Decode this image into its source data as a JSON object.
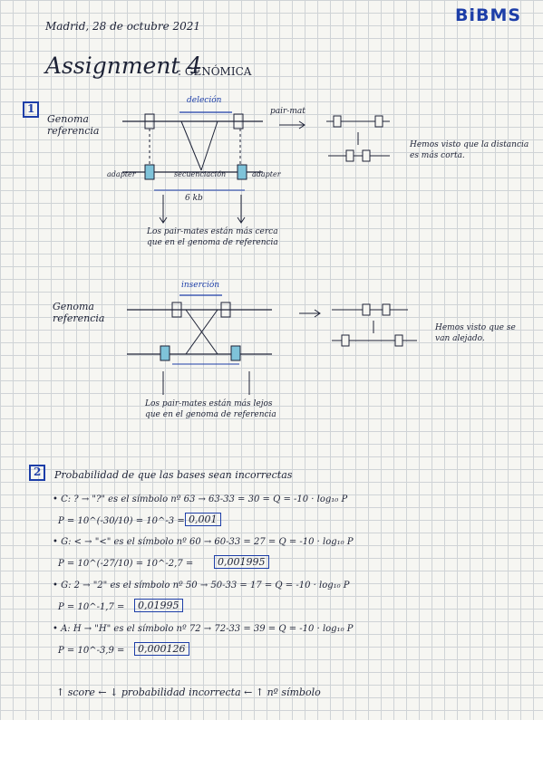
{
  "header": {
    "date": "Madrid, 28 de octubre 2021",
    "brand": "BiBMS",
    "title": "Assignment 4",
    "subtitle": ": GENÓMICA"
  },
  "section1": {
    "number": "1",
    "part_a": {
      "genome_label": "Genoma referencia",
      "deletion_label": "deleción",
      "pair_mat_label": "pair-mat",
      "adapter_left": "adapter",
      "adapter_right": "adapter",
      "sequence_label": "secuenciación",
      "size_label": "6 kb",
      "note_right": "Hemos visto que la distancia es más corta.",
      "note_bottom": "Los pair-mates están más cerca que en el genoma de referencia"
    },
    "part_b": {
      "genome_label": "Genoma referencia",
      "insertion_label": "inserción",
      "note_right": "Hemos visto que se van alejado.",
      "note_bottom": "Los pair-mates están más lejos que en el genoma de referencia"
    }
  },
  "section2": {
    "number": "2",
    "heading": "Probabilidad de que las bases sean incorrectas",
    "items": [
      {
        "line": "• C: ? → \"?\" es el símbolo nº 63 → 63-33 = 30 = Q = -10 · log₁₀ P",
        "formula": "P = 10^(-30/10) = 10^-3 =",
        "result": "0,001"
      },
      {
        "line": "• G: < → \"<\" es el símbolo nº 60 → 60-33 = 27 = Q = -10 · log₁₀ P",
        "formula": "P = 10^(-27/10) = 10^-2,7 =",
        "result": "0,001995"
      },
      {
        "line": "• G: 2 → \"2\" es el símbolo nº 50 → 50-33 = 17 = Q = -10 · log₁₀ P",
        "formula": "P = 10^-1,7 =",
        "result": "0,01995"
      },
      {
        "line": "• A: H → \"H\" es el símbolo nº 72 → 72-33 = 39 = Q = -10 · log₁₀ P",
        "formula": "P = 10^-3,9 =",
        "result": "0,000126"
      }
    ],
    "conclusion": "↑ score ← ↓ probabilidad incorrecta ← ↑ nº símbolo"
  },
  "colors": {
    "ink_black": "#1d2236",
    "ink_blue": "#1d3ea8",
    "teal": "#2f8fb0",
    "brand": "#1d3ea8"
  }
}
